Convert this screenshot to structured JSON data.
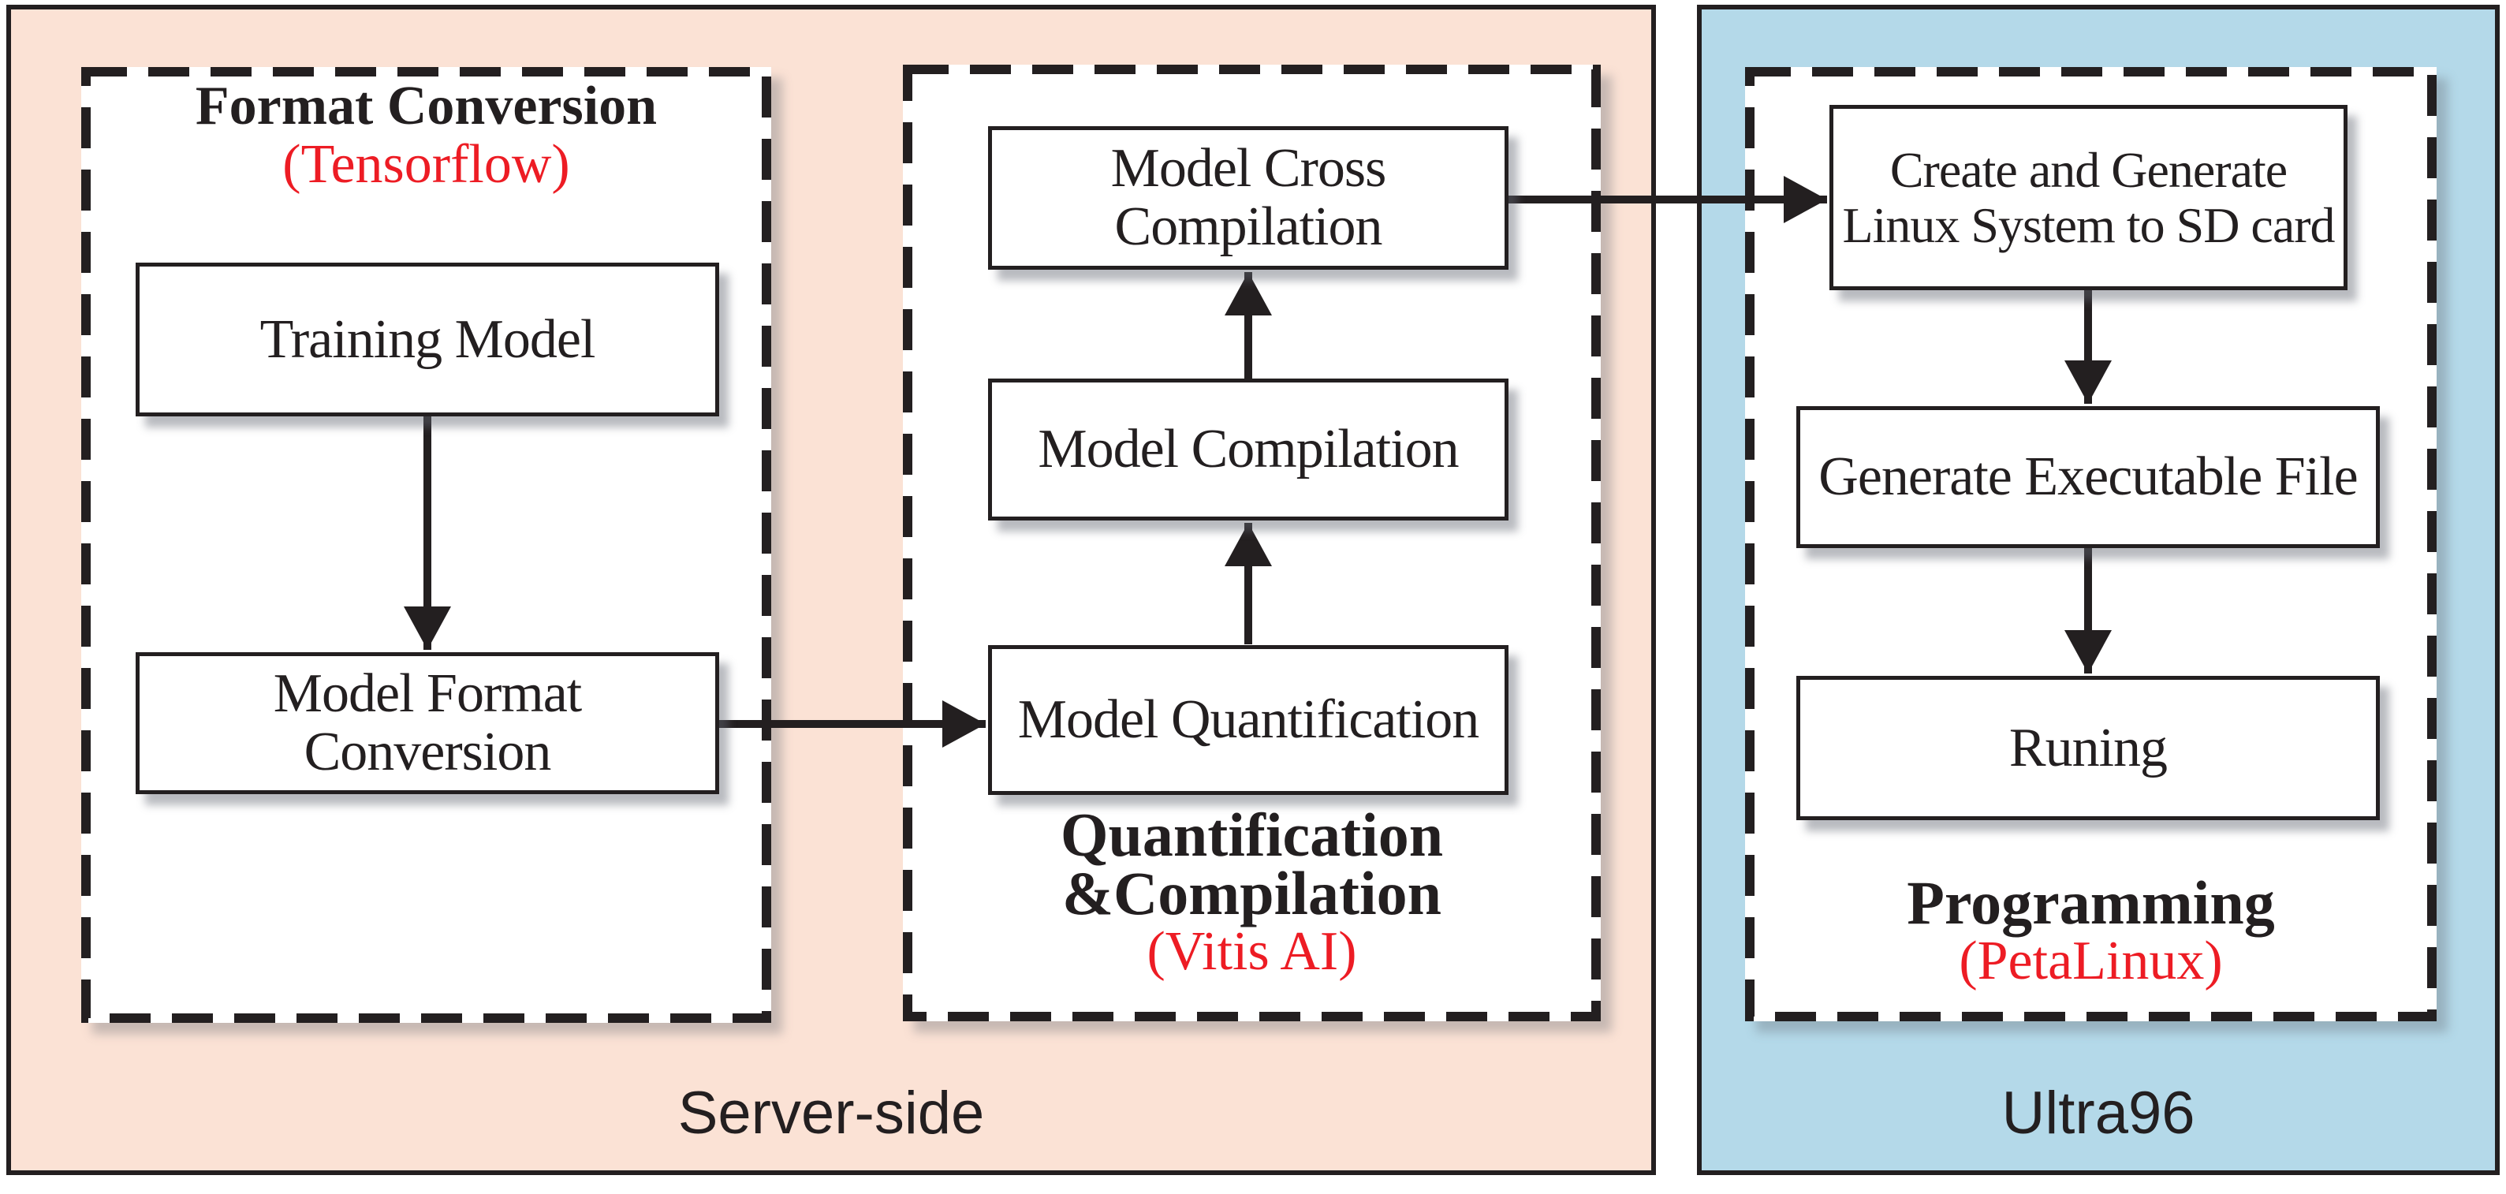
{
  "regions": {
    "server_label": "Server-side",
    "device_label": "Ultra96"
  },
  "panels": {
    "format_conversion": {
      "title": "Format Conversion",
      "subtitle": "(Tensorflow)"
    },
    "quant_compile": {
      "title_line1": "Quantification",
      "title_line2": "&Compilation",
      "subtitle": "(Vitis AI)"
    },
    "programming": {
      "title": "Programming",
      "subtitle": "(PetaLinux)"
    }
  },
  "nodes": {
    "training": "Training Model",
    "format_conversion": "Model Format Conversion",
    "quantification": "Model Quantification",
    "compilation": "Model Compilation",
    "cross_compilation": "Model Cross Compilation",
    "create_sd": "Create and Generate Linux System to SD card",
    "generate_exec": "Generate Executable File",
    "running": "Runing"
  },
  "colors": {
    "server_bg": "#FBE2D5",
    "device_bg": "#B4D9E9",
    "accent_red": "#ED1C24",
    "ink": "#231F20"
  }
}
